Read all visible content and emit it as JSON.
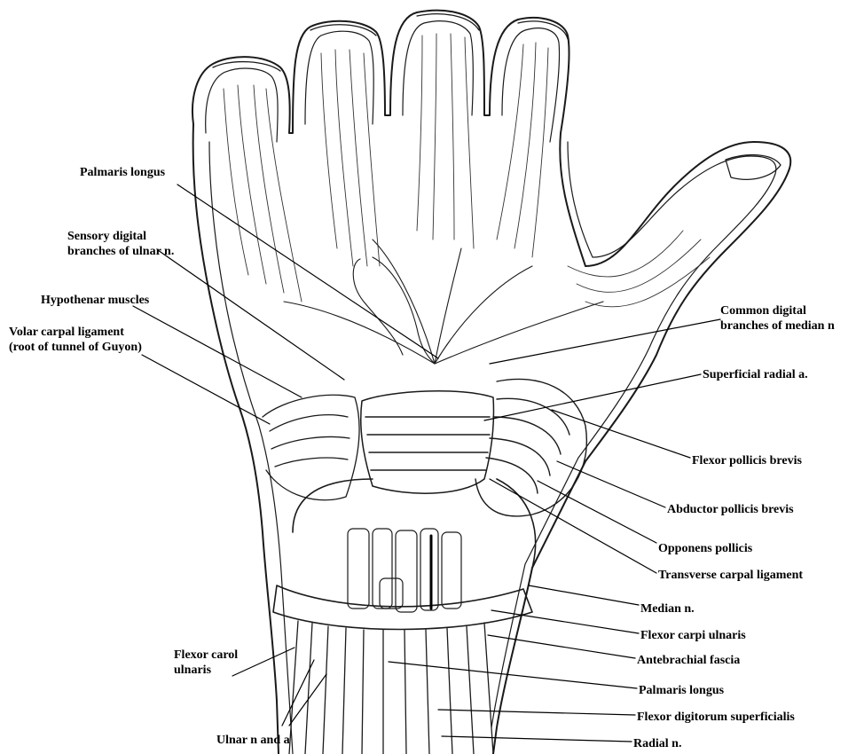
{
  "labels": {
    "palmaris_longus_top": "Palmaris longus",
    "sensory_digital": [
      "Sensory digital",
      "branches of ulnar n."
    ],
    "hypothenar_muscles": "Hypothenar muscles",
    "volar_carpal": [
      "Volar carpal ligament",
      "(root of tunnel of Guyon)"
    ],
    "common_digital": [
      "Common digital",
      "branches of median n"
    ],
    "superficial_radial": "Superficial radial a.",
    "flexor_pollicis_brevis": "Flexor pollicis brevis",
    "abductor_pollicis_brevis": "Abductor pollicis brevis",
    "opponens_pollicis": "Opponens pollicis",
    "transverse_carpal": "Transverse carpal ligament",
    "median_n": "Median n.",
    "flexor_carpi_ulnaris": "Flexor carpi ulnaris",
    "antebrachial_fascia": "Antebrachial fascia",
    "palmaris_longus_bottom": "Palmaris longus",
    "flexor_digitorum": "Flexor digitorum superficialis",
    "radial_n": "Radial n.",
    "flexor_carol": [
      "Flexor carol",
      "ulnaris"
    ],
    "ulnar_n_a": "Ulnar n and a"
  },
  "colors": {
    "ink": "#000000",
    "paper": "#ffffff"
  }
}
